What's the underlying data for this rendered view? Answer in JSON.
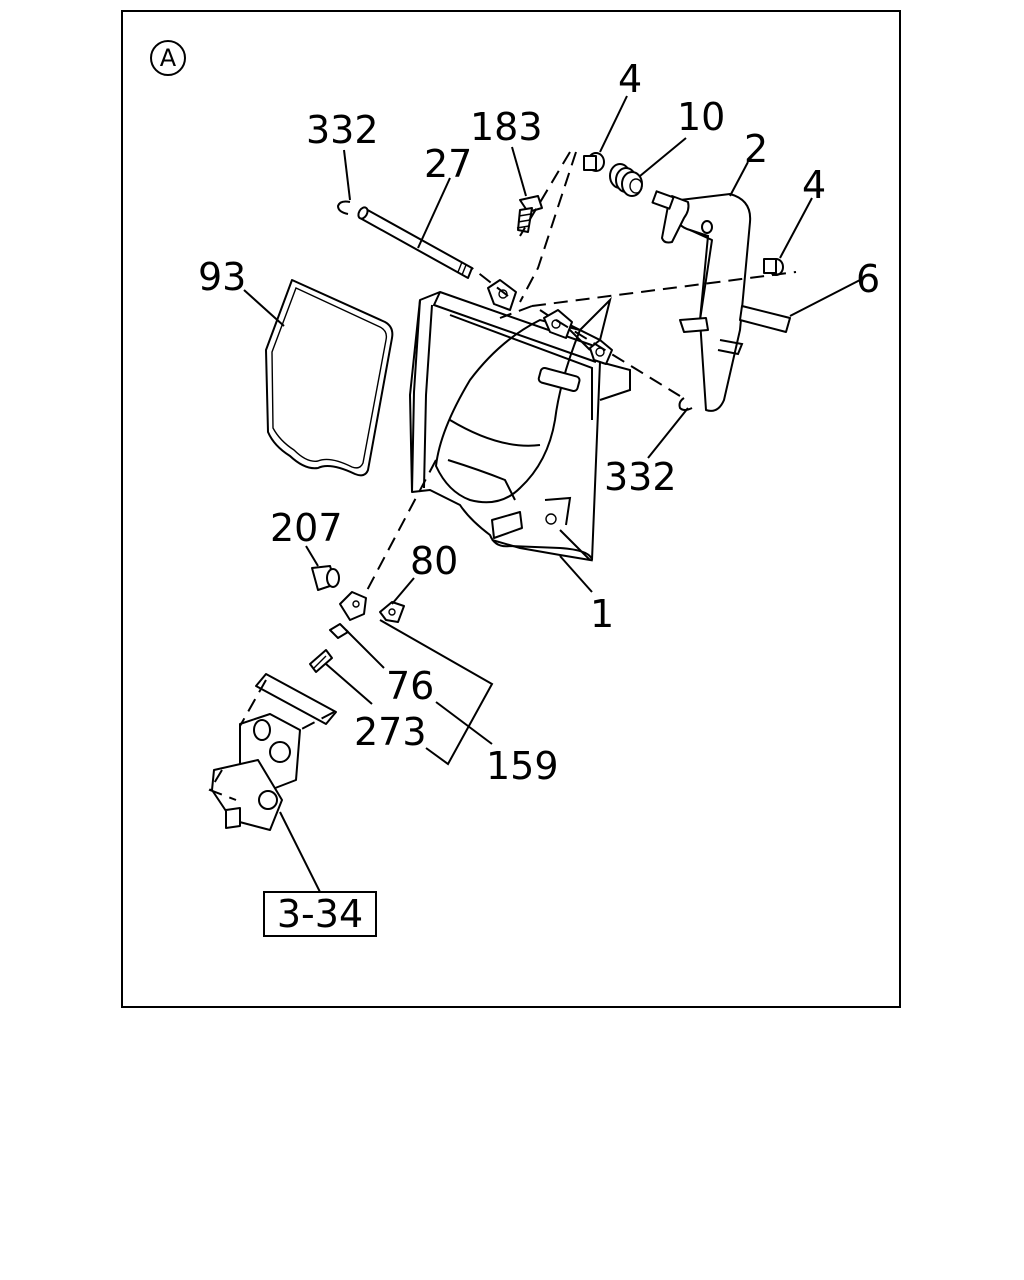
{
  "section_marker": "A",
  "reference_box": "3-34",
  "callouts": {
    "c332_top": "332",
    "c183": "183",
    "c4_top": "4",
    "c10": "10",
    "c2": "2",
    "c4_right": "4",
    "c27": "27",
    "c6": "6",
    "c93": "93",
    "c332_right": "332",
    "c207": "207",
    "c80": "80",
    "c1": "1",
    "c76": "76",
    "c273": "273",
    "c159": "159"
  }
}
